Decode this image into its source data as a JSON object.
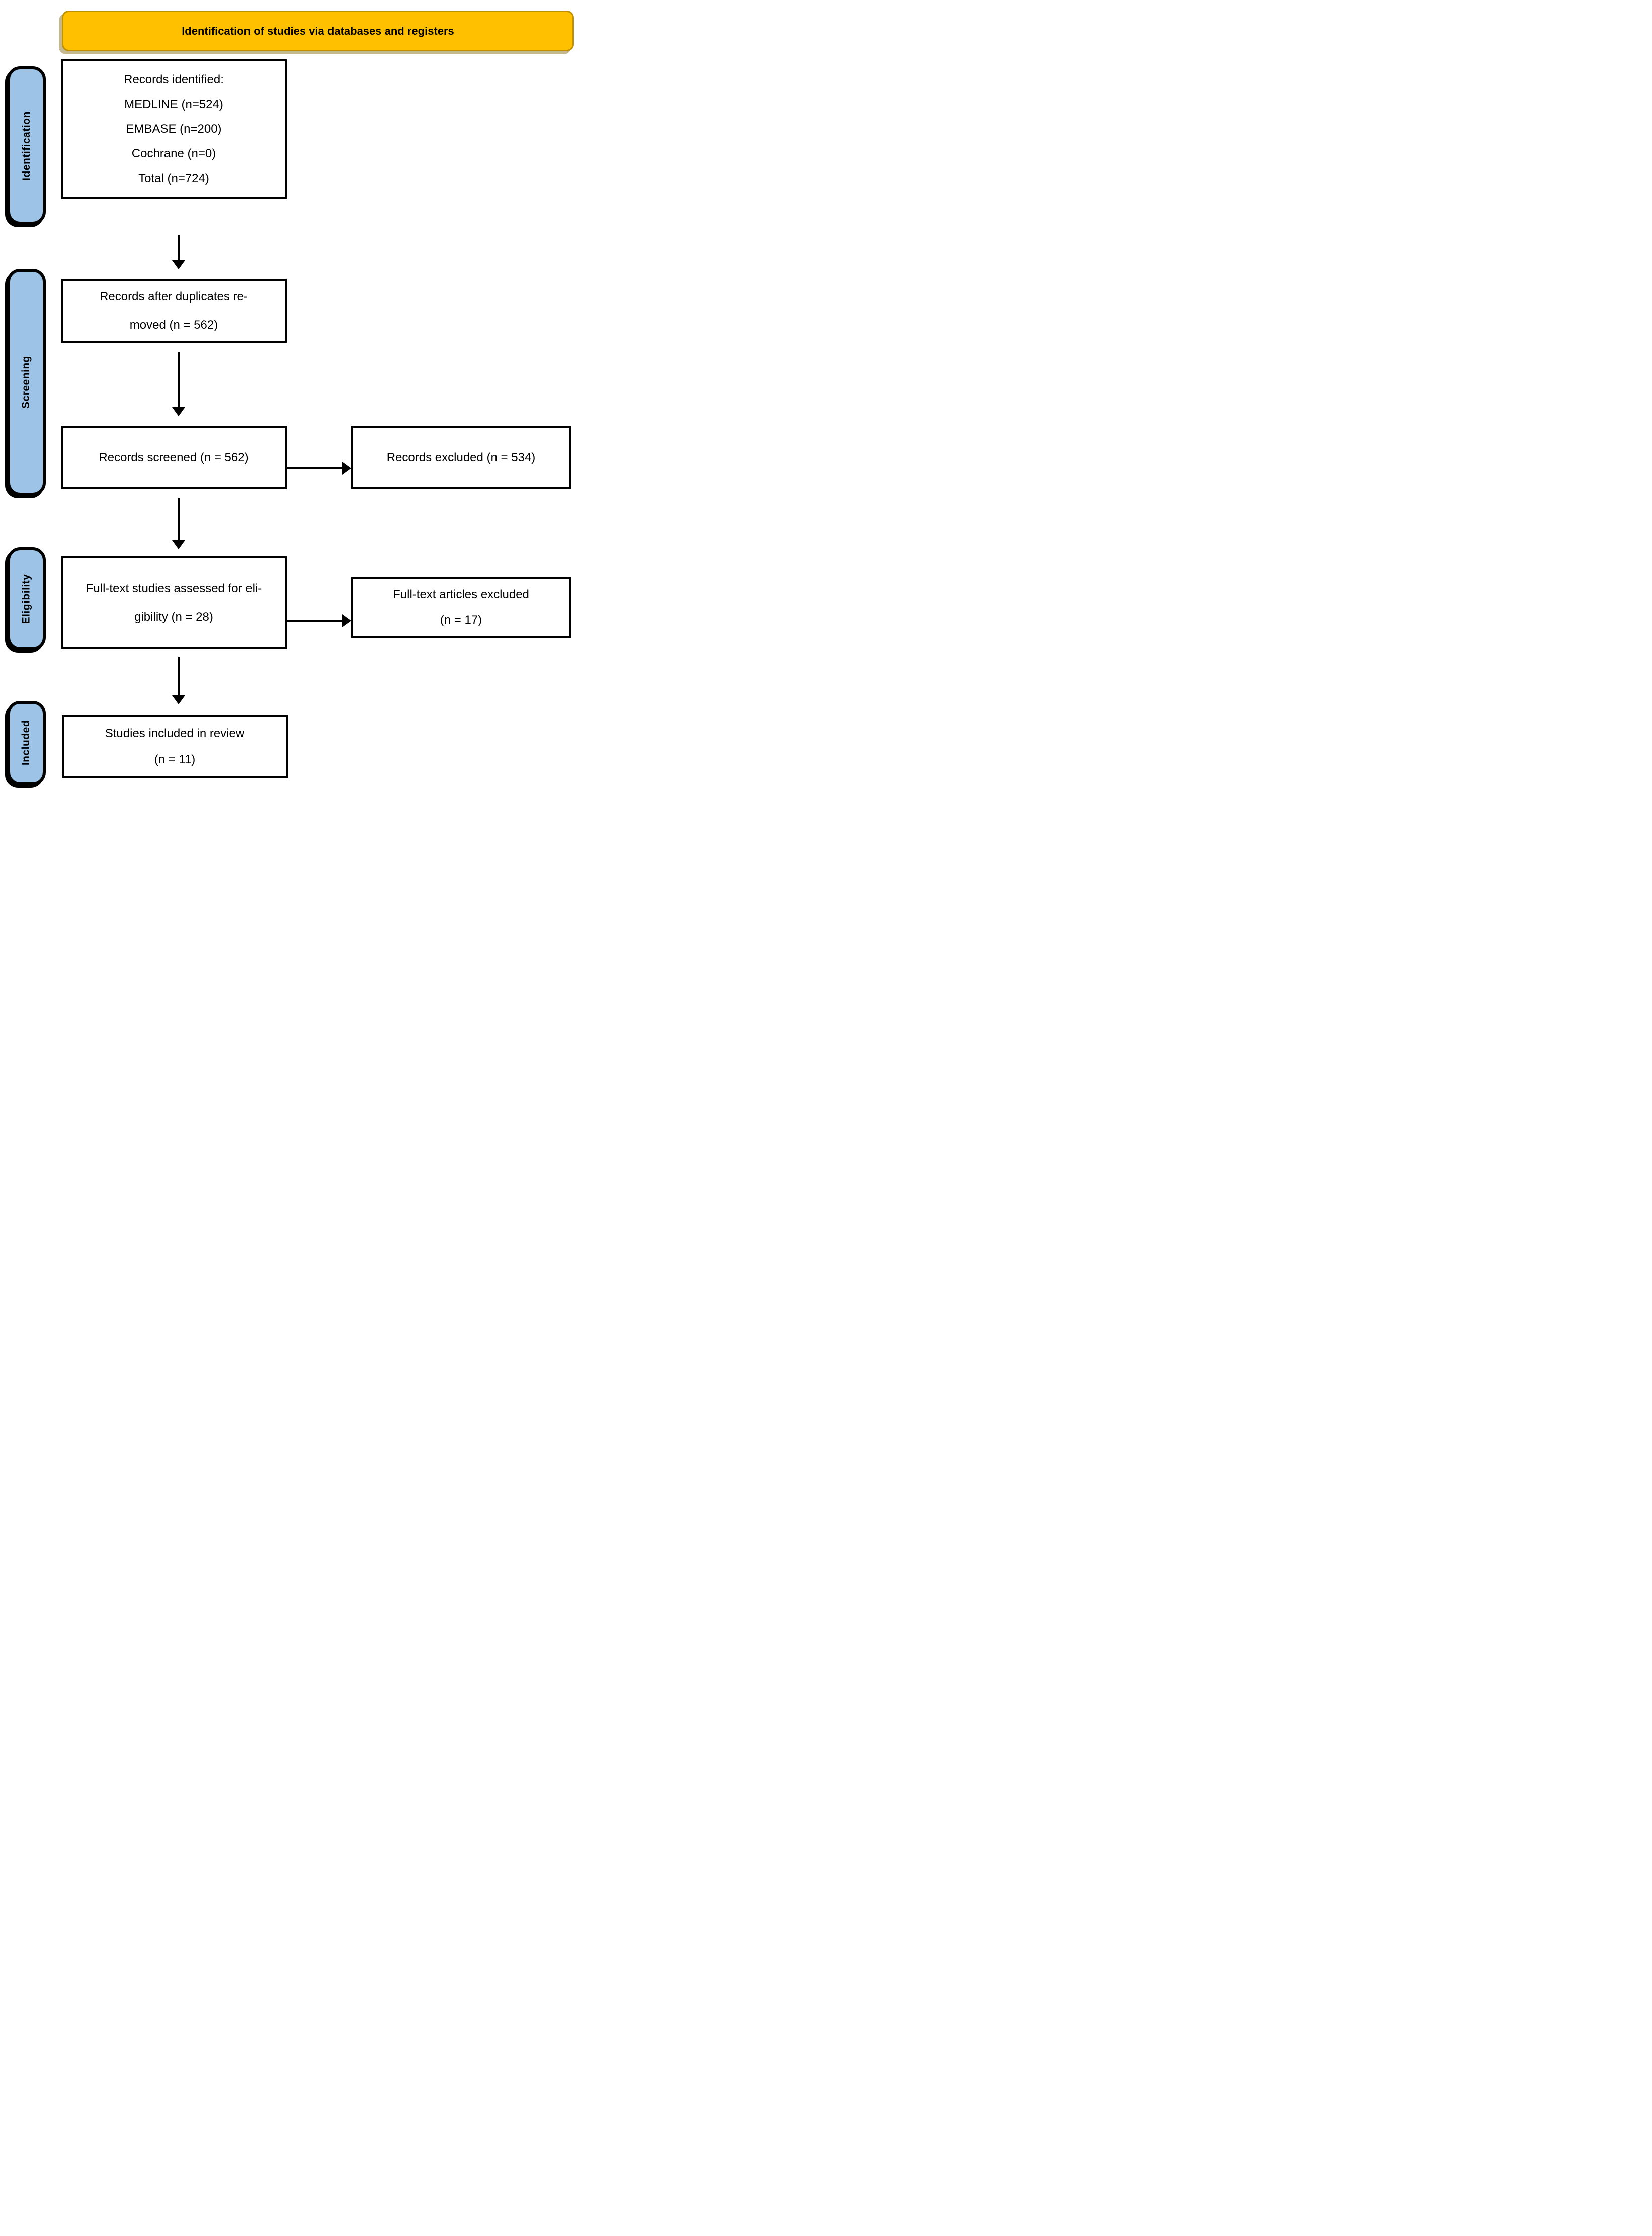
{
  "title_banner": {
    "label": "Identification of studies via databases and registers"
  },
  "stages": [
    {
      "label": "Identification"
    },
    {
      "label": "Screening"
    },
    {
      "label": "Eligibility"
    },
    {
      "label": "Included"
    }
  ],
  "boxes": {
    "records_identified": {
      "lines": [
        "Records identified:",
        "MEDLINE (n=524)",
        "EMBASE (n=200)",
        "Cochrane (n=0)",
        "Total (n=724)"
      ]
    },
    "duplicates_removed": {
      "lines": [
        "Records after duplicates re-",
        "moved (n = 562)"
      ]
    },
    "records_screened": {
      "lines": [
        "Records screened (n = 562)"
      ]
    },
    "records_excluded": {
      "lines": [
        "Records excluded (n = 534)"
      ]
    },
    "fulltext_assessed": {
      "lines": [
        "Full-text studies assessed for eli-",
        "gibility (n = 28)"
      ]
    },
    "fulltext_excluded": {
      "lines": [
        "Full-text articles excluded",
        "(n = 17)"
      ]
    },
    "studies_included": {
      "lines": [
        "Studies included in review",
        "(n = 11)"
      ]
    }
  },
  "colors": {
    "header_fill": "#FFC000",
    "header_border": "#BF9000",
    "stage_fill": "#9DC3E6",
    "box_border": "#000000"
  }
}
